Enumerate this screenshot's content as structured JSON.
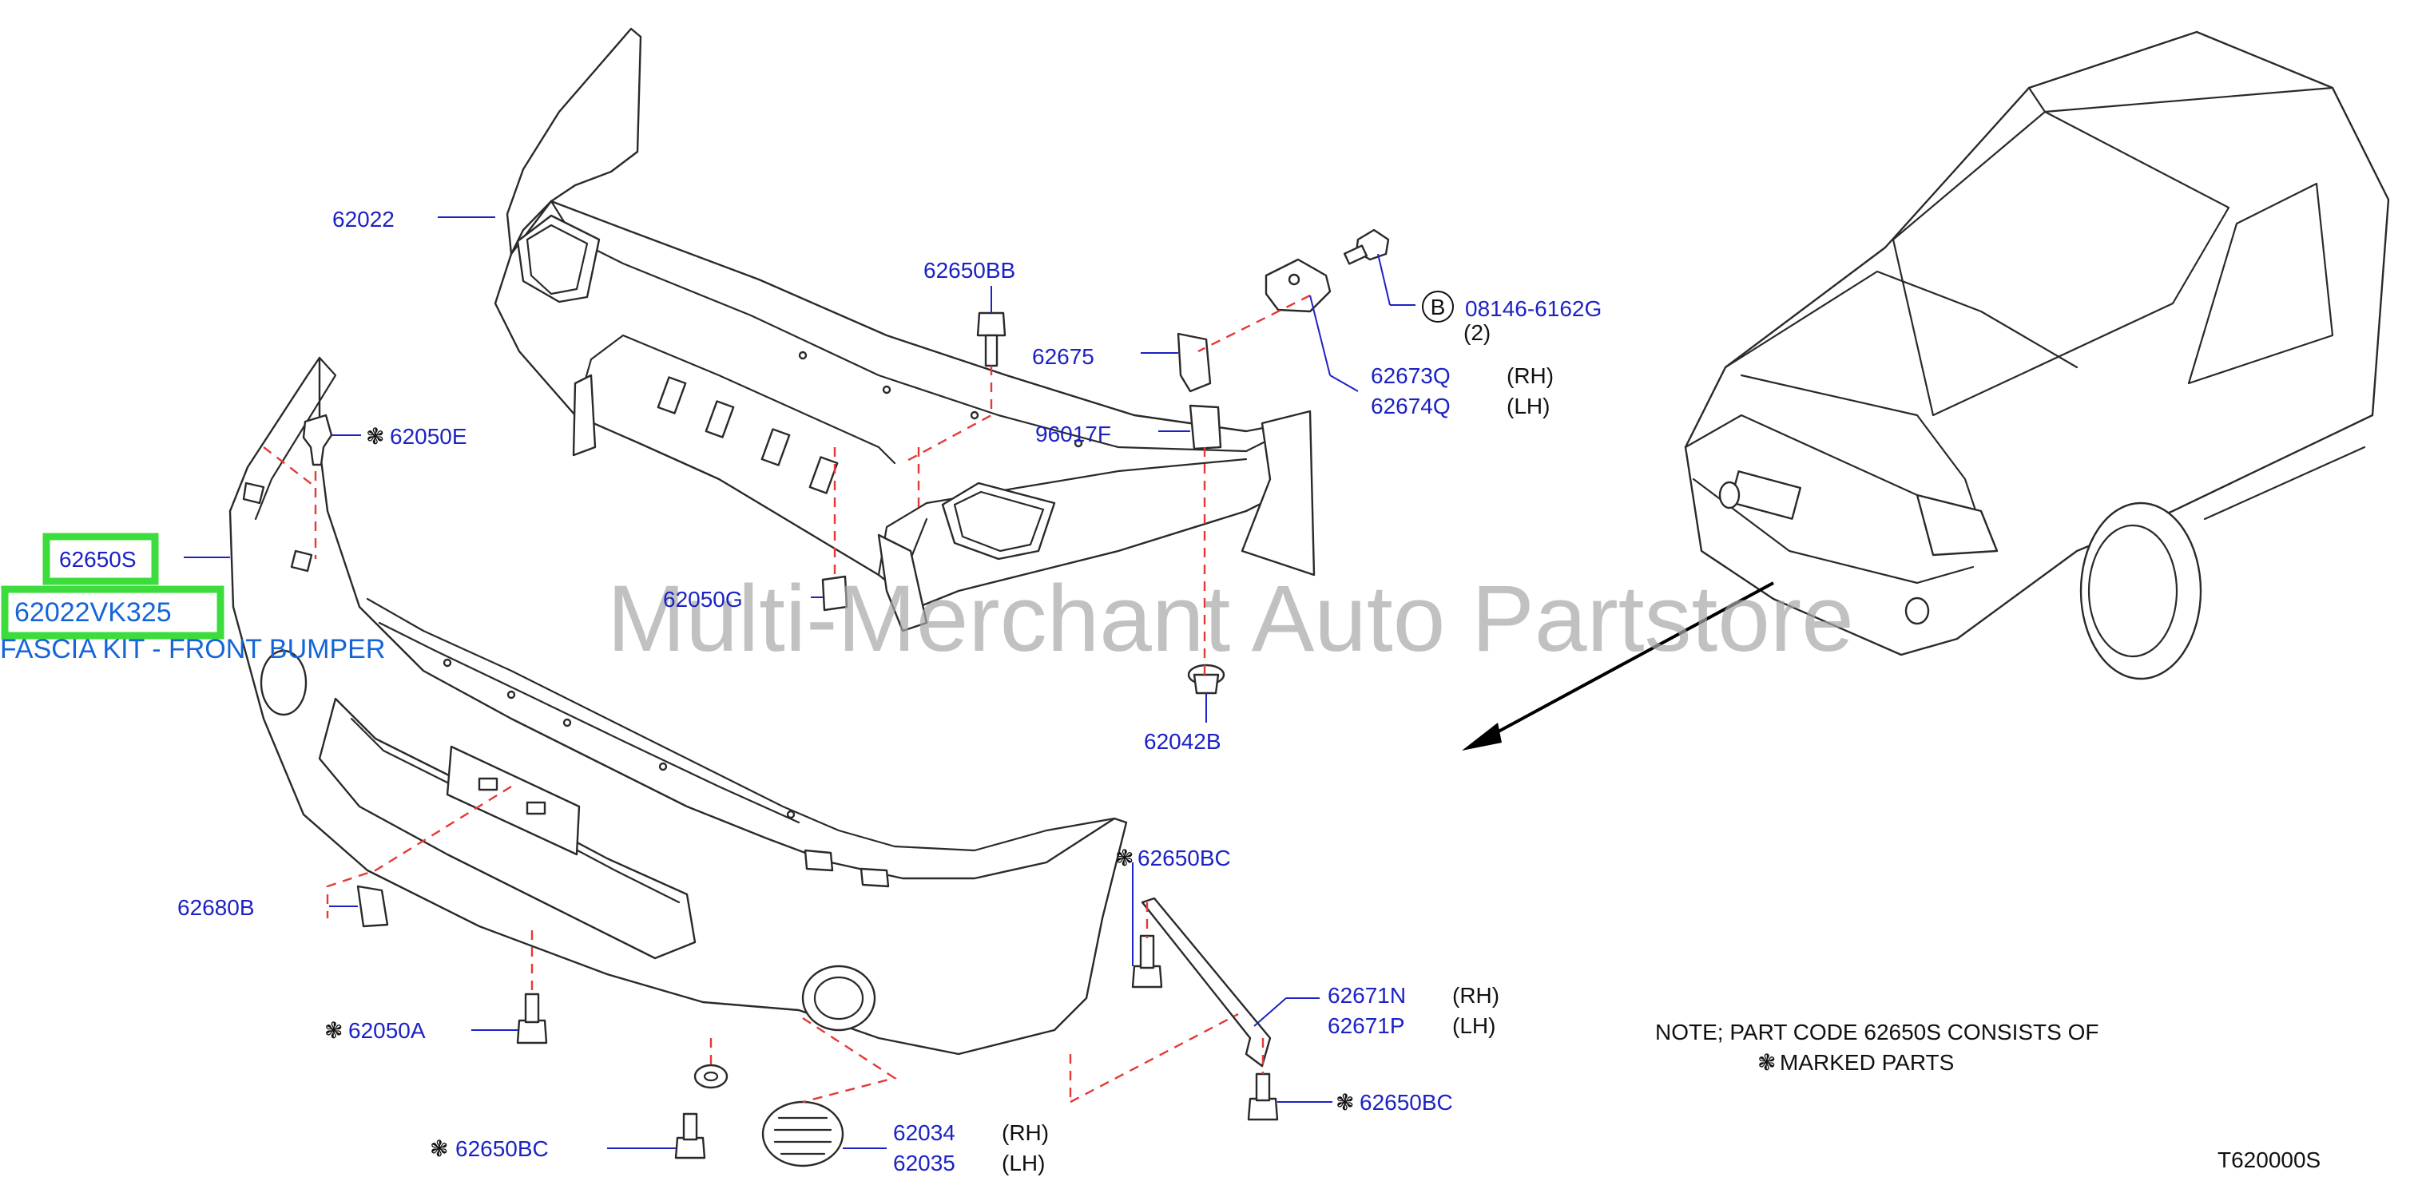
{
  "watermark": "Multi-Merchant Auto Partstore",
  "selected": {
    "code": "62650S",
    "part_number": "62022VK325",
    "description": "FASCIA KIT - FRONT BUMPER"
  },
  "callouts": {
    "c62022": "62022",
    "c62650BB": "62650BB",
    "c62675": "62675",
    "c96017F": "96017F",
    "c08146": "08146-6162G",
    "c08146_badge": "B",
    "c08146_qty": "(2)",
    "c62673Q": "62673Q",
    "c62674Q": "62674Q",
    "c62050E": "62050E",
    "c62050G": "62050G",
    "c62042B": "62042B",
    "c62650BC_top": "62650BC",
    "c62680B": "62680B",
    "c62671N": "62671N",
    "c62671P": "62671P",
    "c62050A": "62050A",
    "c62650BC_right": "62650BC",
    "c62650BC_bottom": "62650BC",
    "c62034": "62034",
    "c62035": "62035"
  },
  "sides": {
    "rh": "(RH)",
    "lh": "(LH)"
  },
  "marker": "❃",
  "note": {
    "line1": "NOTE;  PART  CODE  62650S  CONSISTS  OF",
    "line2": "MARKED  PARTS"
  },
  "diagram_id": "T620000S",
  "colors": {
    "callout": "#1c22c4",
    "guide_dash": "#e53935",
    "highlight": "#3ddc3d",
    "selected_text": "#1565d8"
  }
}
